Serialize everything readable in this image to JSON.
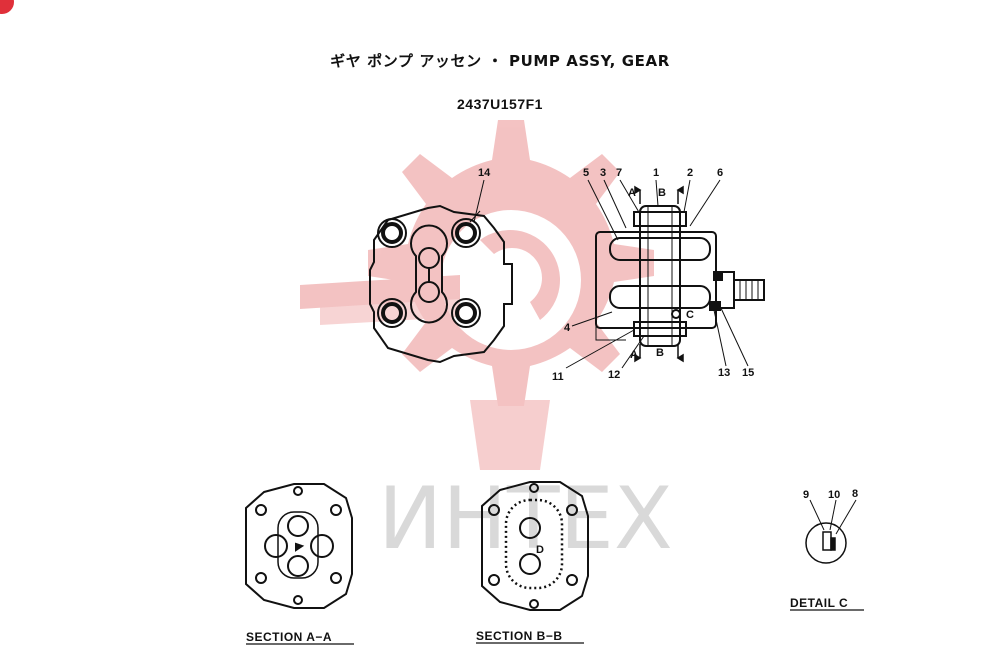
{
  "title": "ギヤ ポンプ アッセン ・ PUMP ASSY, GEAR",
  "part_number": "2437U157F1",
  "watermark": {
    "text": "ИНТЕХ",
    "color": "#f2b8b8"
  },
  "callouts": {
    "n14": "14",
    "n5": "5",
    "n3": "3",
    "n7": "7",
    "n1": "1",
    "n2": "2",
    "n6": "6",
    "n4": "4",
    "n11": "11",
    "n12": "12",
    "n13": "13",
    "n15": "15",
    "n9": "9",
    "n10": "10",
    "n8": "8",
    "secA_top": "A",
    "secB_top": "B",
    "secA_bot": "A",
    "secB_bot": "B",
    "detail_c": "C",
    "section_b_mark": "D"
  },
  "captions": {
    "section_aa": "SECTION A−A",
    "section_bb": "SECTION B−B",
    "detail_c": "DETAIL C"
  },
  "colors": {
    "line": "#111111",
    "watermark": "#f2b8b8",
    "badge": "#e0303a"
  }
}
